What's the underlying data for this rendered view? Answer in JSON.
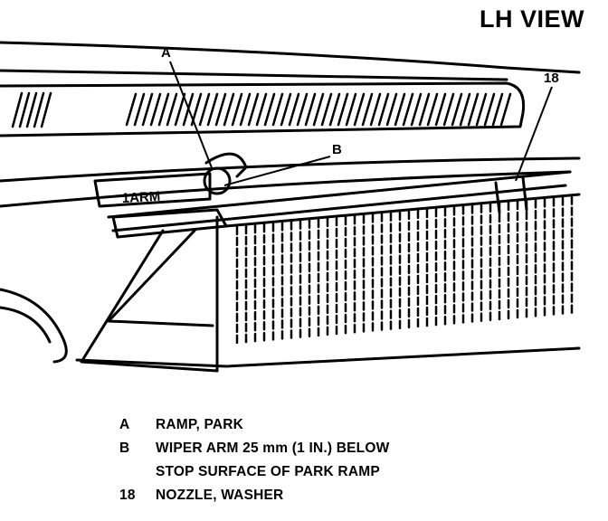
{
  "view_title": "LH VIEW",
  "callouts": {
    "a": "A",
    "b": "B",
    "n18": "18"
  },
  "embossed_text": "1ARM",
  "legend": [
    {
      "key": "A",
      "lines": [
        "RAMP, PARK"
      ]
    },
    {
      "key": "B",
      "lines": [
        "WIPER ARM 25 mm (1 IN.) BELOW",
        "STOP SURFACE OF PARK RAMP"
      ]
    },
    {
      "key": "18",
      "lines": [
        "NOZZLE, WASHER"
      ]
    }
  ],
  "colors": {
    "ink": "#000000",
    "paper": "#ffffff"
  }
}
